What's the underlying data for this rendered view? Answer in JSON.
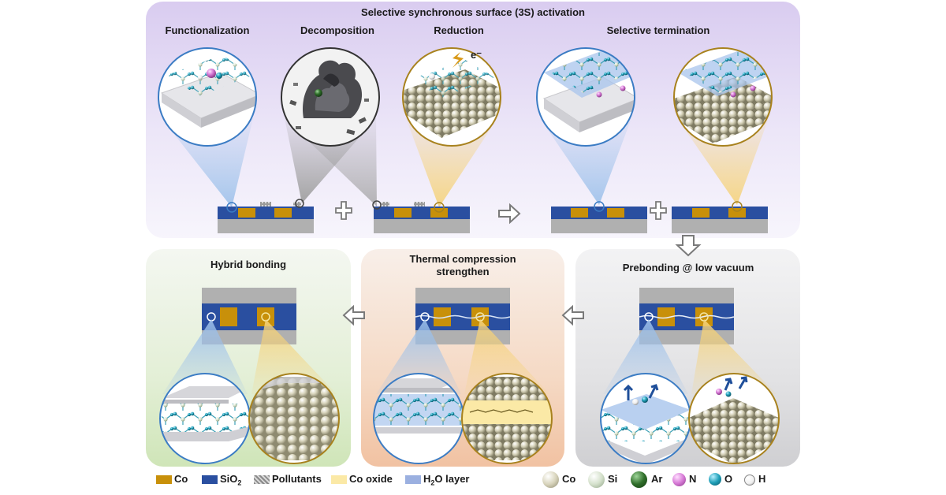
{
  "title": "Selective synchronous surface (3S) activation",
  "top_steps": [
    "Functionalization",
    "Decomposition",
    "Reduction",
    "Selective termination"
  ],
  "bottom_panels": {
    "hybrid": "Hybrid bonding",
    "thermal_line1": "Thermal compression",
    "thermal_line2": "strengthen",
    "prebond": "Prebonding @ low vacuum"
  },
  "electron_label": "e⁻",
  "legend": {
    "materials": [
      {
        "label": "Co",
        "color": "#c8900a"
      },
      {
        "label": "SiO",
        "sub": "2",
        "color": "#2a4fa0"
      },
      {
        "label": "Pollutants",
        "color": "#8a8a8a"
      },
      {
        "label": "Co oxide",
        "color": "#fbe9a6"
      },
      {
        "label": "H",
        "sub": "2",
        "suffix": "O layer",
        "color": "#9bb0e0"
      }
    ],
    "atoms": [
      {
        "label": "Co",
        "color": "#b8b49a"
      },
      {
        "label": "Si",
        "color": "#c9d6c0"
      },
      {
        "label": "Ar",
        "color": "#2f6e2a"
      },
      {
        "label": "N",
        "color": "#d77ad6"
      },
      {
        "label": "O",
        "color": "#1f9fb8"
      },
      {
        "label": "H",
        "color": "#f2f2f2"
      }
    ]
  },
  "colors": {
    "co": "#c8900a",
    "sio2": "#2a4fa0",
    "substrate": "#b0b0b0",
    "blue_ring": "#3b7cc4",
    "gold_ring": "#a8821e",
    "arrow": "#7a7a7a"
  }
}
